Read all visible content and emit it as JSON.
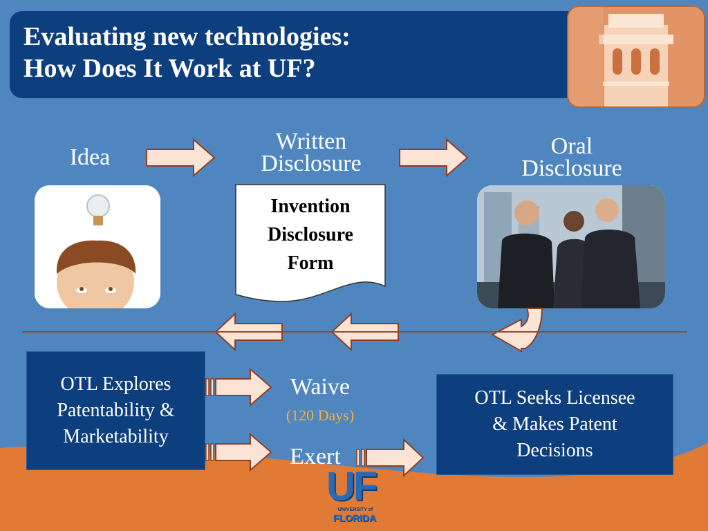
{
  "header": {
    "title_line1": "Evaluating new technologies:",
    "title_line2": "How Does It Work at UF?"
  },
  "flow_top": {
    "idea_label": "Idea",
    "written_line1": "Written",
    "written_line2": "Disclosure",
    "oral_line1": "Oral",
    "oral_line2": "Disclosure",
    "form_line1": "Invention",
    "form_line2": "Disclosure",
    "form_line3": "Form"
  },
  "flow_bottom": {
    "otl_explores_line1": "OTL Explores",
    "otl_explores_line2": "Patentability &",
    "otl_explores_line3": "Marketability",
    "waive": "Waive",
    "waive_days": "(120 Days)",
    "exert": "Exert",
    "licensee_line1": "OTL Seeks Licensee",
    "licensee_line2": "& Makes Patent",
    "licensee_line3": "Decisions"
  },
  "logo": {
    "mark": "UF",
    "university_of": "UNIVERSITY of",
    "florida": "FLORIDA"
  },
  "colors": {
    "background_blue": "#4f86bf",
    "navy": "#0d3e7e",
    "orange": "#e07a35",
    "arrow_fill": "#fbe3d6",
    "arrow_stroke": "#8f3f22",
    "days_gold": "#f2b33b"
  }
}
